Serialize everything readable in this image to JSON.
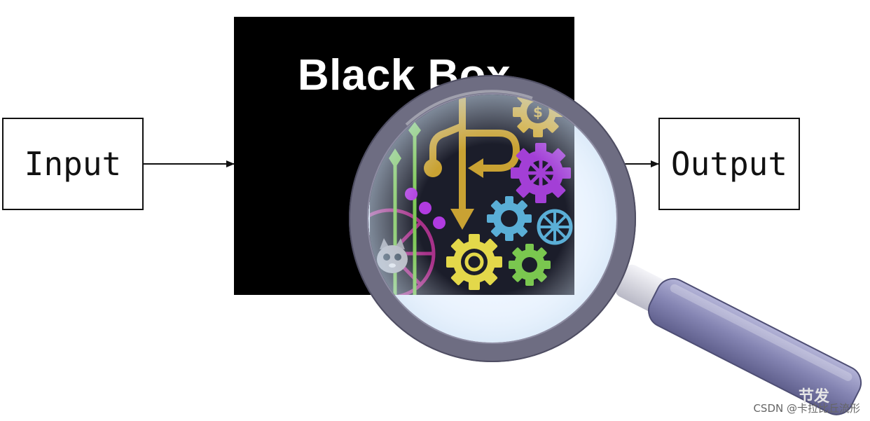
{
  "diagram": {
    "input_label": "Input",
    "black_box_title": "Black Box",
    "output_label": "Output"
  },
  "watermark": {
    "text": "CSDN @卡拉比丘流形",
    "faint_text": "节发"
  },
  "colors": {
    "box_border": "#111111",
    "black_box": "#000000",
    "lens_rim": "#6e6d82",
    "handle": "#8c8cb8",
    "mech_background": "#1b1d2a",
    "gold": "#c9a233",
    "green": "#7ac74f",
    "purple": "#a33fd6",
    "blue": "#5aaed6",
    "yellow": "#e3d84a",
    "magenta": "#a8328a"
  }
}
